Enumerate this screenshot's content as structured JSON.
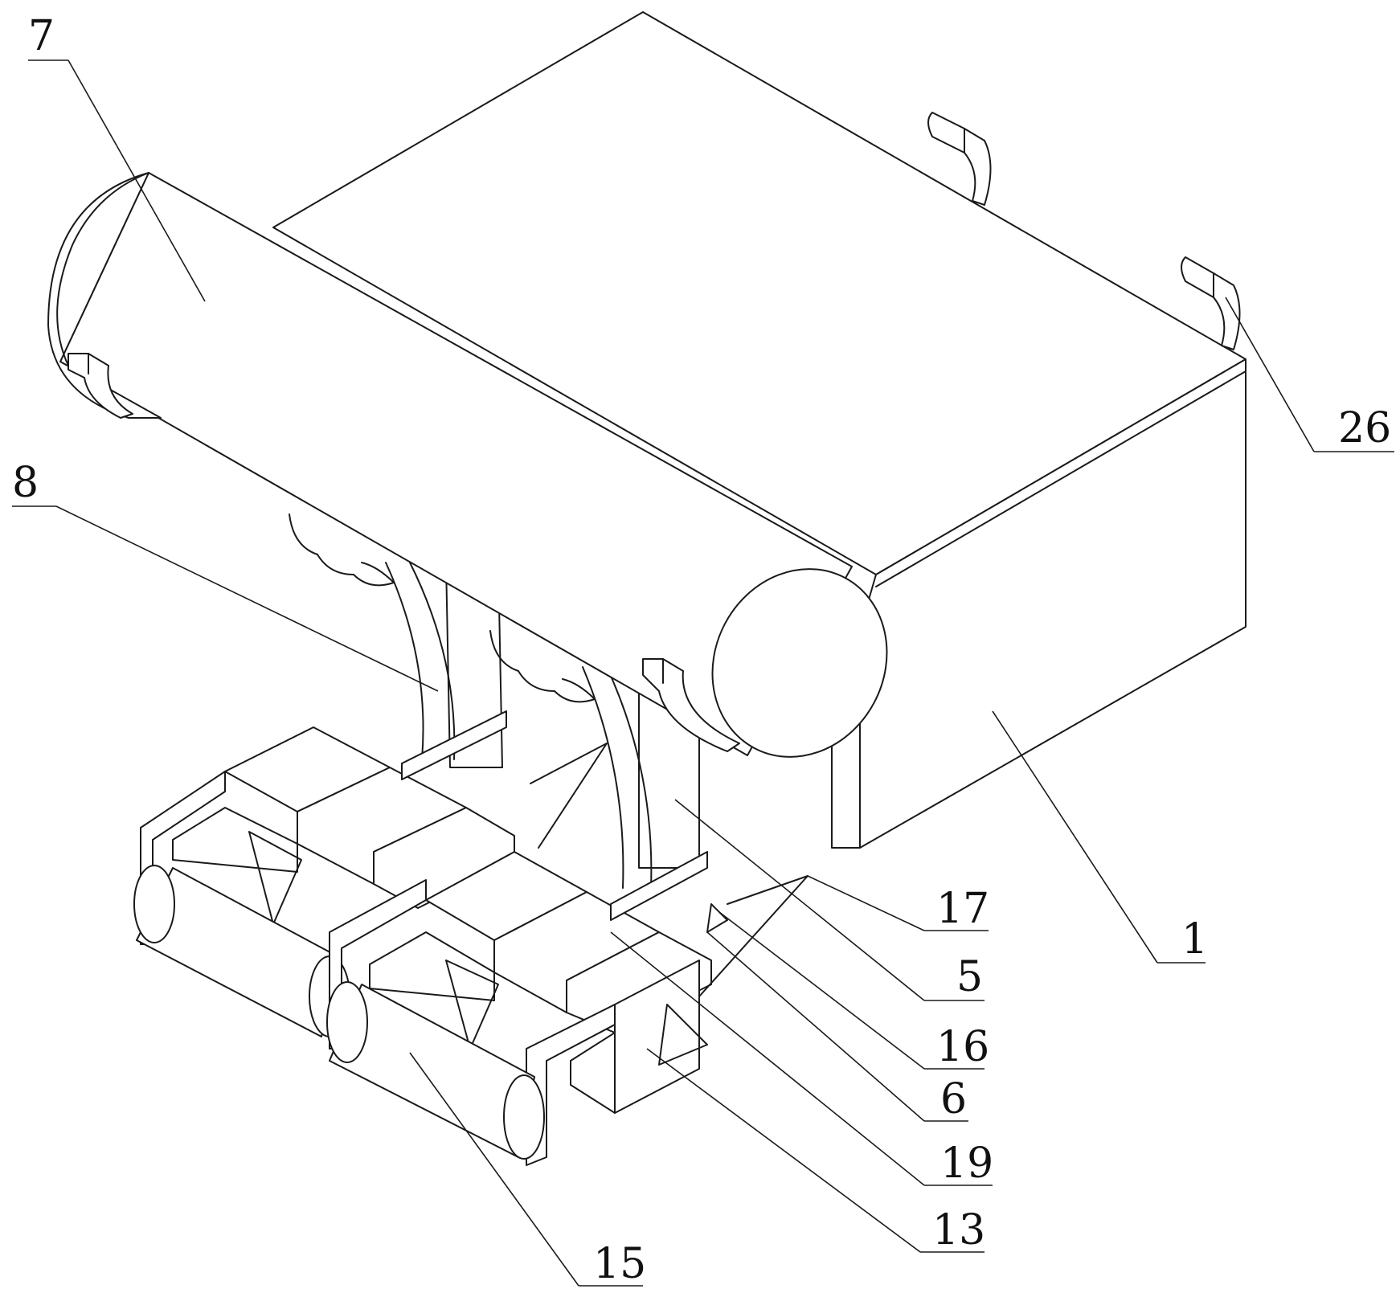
{
  "labels": {
    "l7": "7",
    "l8": "8",
    "l26": "26",
    "l17": "17",
    "l5": "5",
    "l1": "1",
    "l16": "16",
    "l6": "6",
    "l19": "19",
    "l13": "13",
    "l15": "15"
  }
}
